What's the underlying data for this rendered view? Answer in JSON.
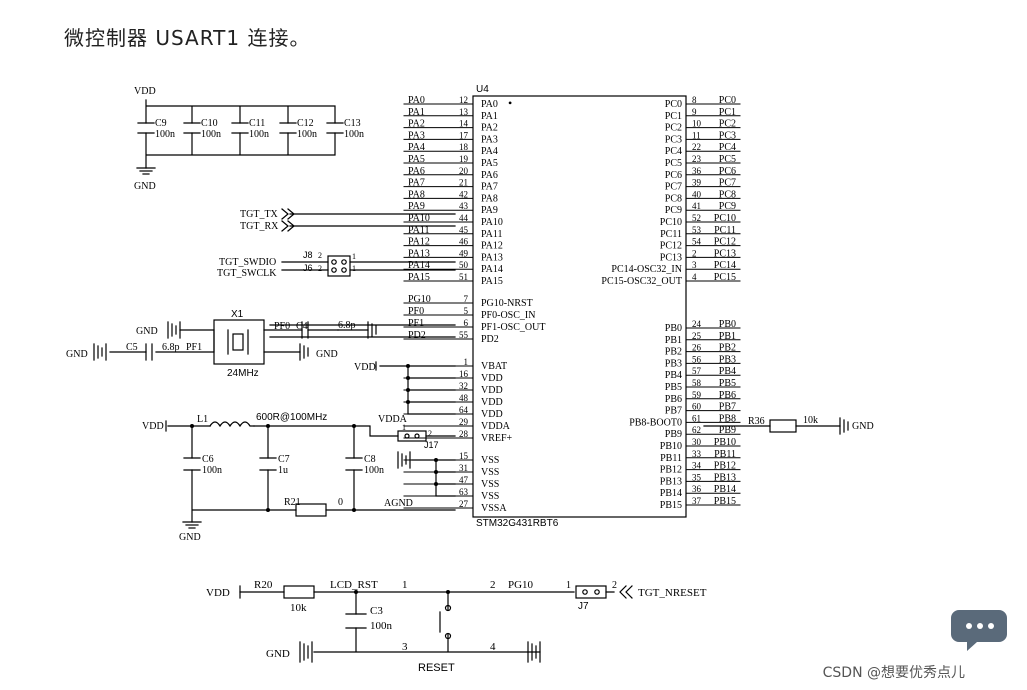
{
  "heading": "微控制器 USART1 连接。",
  "watermark": "CSDN @想要优秀点儿",
  "mcu": {
    "ref": "U4",
    "part": "STM32G431RBT6",
    "left_pins": [
      {
        "net": "PA0",
        "num": "12",
        "name": "PA0"
      },
      {
        "net": "PA1",
        "num": "13",
        "name": "PA1"
      },
      {
        "net": "PA2",
        "num": "14",
        "name": "PA2"
      },
      {
        "net": "PA3",
        "num": "17",
        "name": "PA3"
      },
      {
        "net": "PA4",
        "num": "18",
        "name": "PA4"
      },
      {
        "net": "PA5",
        "num": "19",
        "name": "PA5"
      },
      {
        "net": "PA6",
        "num": "20",
        "name": "PA6"
      },
      {
        "net": "PA7",
        "num": "21",
        "name": "PA7"
      },
      {
        "net": "PA8",
        "num": "42",
        "name": "PA8"
      },
      {
        "net": "PA9",
        "num": "43",
        "name": "PA9"
      },
      {
        "net": "PA10",
        "num": "44",
        "name": "PA10"
      },
      {
        "net": "PA11",
        "num": "45",
        "name": "PA11"
      },
      {
        "net": "PA12",
        "num": "46",
        "name": "PA12"
      },
      {
        "net": "PA13",
        "num": "49",
        "name": "PA13"
      },
      {
        "net": "PA14",
        "num": "50",
        "name": "PA14"
      },
      {
        "net": "PA15",
        "num": "51",
        "name": "PA15"
      },
      {
        "net": "PG10",
        "num": "7",
        "name": "PG10-NRST"
      },
      {
        "net": "PF0",
        "num": "5",
        "name": "PF0-OSC_IN"
      },
      {
        "net": "PF1",
        "num": "6",
        "name": "PF1-OSC_OUT"
      },
      {
        "net": "PD2",
        "num": "55",
        "name": "PD2"
      },
      {
        "net": "",
        "num": "1",
        "name": "VBAT"
      },
      {
        "net": "",
        "num": "16",
        "name": "VDD"
      },
      {
        "net": "",
        "num": "32",
        "name": "VDD"
      },
      {
        "net": "",
        "num": "48",
        "name": "VDD"
      },
      {
        "net": "",
        "num": "64",
        "name": "VDD"
      },
      {
        "net": "",
        "num": "29",
        "name": "VDDA"
      },
      {
        "net": "",
        "num": "28",
        "name": "VREF+"
      },
      {
        "net": "",
        "num": "15",
        "name": "VSS"
      },
      {
        "net": "",
        "num": "31",
        "name": "VSS"
      },
      {
        "net": "",
        "num": "47",
        "name": "VSS"
      },
      {
        "net": "",
        "num": "63",
        "name": "VSS"
      },
      {
        "net": "",
        "num": "27",
        "name": "VSSA"
      }
    ],
    "right_pins": [
      {
        "name": "PC0",
        "num": "8",
        "net": "PC0"
      },
      {
        "name": "PC1",
        "num": "9",
        "net": "PC1"
      },
      {
        "name": "PC2",
        "num": "10",
        "net": "PC2"
      },
      {
        "name": "PC3",
        "num": "11",
        "net": "PC3"
      },
      {
        "name": "PC4",
        "num": "22",
        "net": "PC4"
      },
      {
        "name": "PC5",
        "num": "23",
        "net": "PC5"
      },
      {
        "name": "PC6",
        "num": "36",
        "net": "PC6"
      },
      {
        "name": "PC7",
        "num": "39",
        "net": "PC7"
      },
      {
        "name": "PC8",
        "num": "40",
        "net": "PC8"
      },
      {
        "name": "PC9",
        "num": "41",
        "net": "PC9"
      },
      {
        "name": "PC10",
        "num": "52",
        "net": "PC10"
      },
      {
        "name": "PC11",
        "num": "53",
        "net": "PC11"
      },
      {
        "name": "PC12",
        "num": "54",
        "net": "PC12"
      },
      {
        "name": "PC13",
        "num": "2",
        "net": "PC13"
      },
      {
        "name": "PC14-OSC32_IN",
        "num": "3",
        "net": "PC14"
      },
      {
        "name": "PC15-OSC32_OUT",
        "num": "4",
        "net": "PC15"
      },
      {
        "name": "PB0",
        "num": "24",
        "net": "PB0"
      },
      {
        "name": "PB1",
        "num": "25",
        "net": "PB1"
      },
      {
        "name": "PB2",
        "num": "26",
        "net": "PB2"
      },
      {
        "name": "PB3",
        "num": "56",
        "net": "PB3"
      },
      {
        "name": "PB4",
        "num": "57",
        "net": "PB4"
      },
      {
        "name": "PB5",
        "num": "58",
        "net": "PB5"
      },
      {
        "name": "PB6",
        "num": "59",
        "net": "PB6"
      },
      {
        "name": "PB7",
        "num": "60",
        "net": "PB7"
      },
      {
        "name": "PB8-BOOT0",
        "num": "61",
        "net": "PB8"
      },
      {
        "name": "PB9",
        "num": "62",
        "net": "PB9"
      },
      {
        "name": "PB10",
        "num": "30",
        "net": "PB10"
      },
      {
        "name": "PB11",
        "num": "33",
        "net": "PB11"
      },
      {
        "name": "PB12",
        "num": "34",
        "net": "PB12"
      },
      {
        "name": "PB13",
        "num": "35",
        "net": "PB13"
      },
      {
        "name": "PB14",
        "num": "36",
        "net": "PB14"
      },
      {
        "name": "PB15",
        "num": "37",
        "net": "PB15"
      }
    ]
  },
  "decoupling": {
    "vdd": "VDD",
    "gnd": "GND",
    "caps": [
      {
        "ref": "C9",
        "val": "100n"
      },
      {
        "ref": "C10",
        "val": "100n"
      },
      {
        "ref": "C11",
        "val": "100n"
      },
      {
        "ref": "C12",
        "val": "100n"
      },
      {
        "ref": "C13",
        "val": "100n"
      }
    ]
  },
  "uart": {
    "tx": "TGT_TX",
    "rx": "TGT_RX"
  },
  "swd": {
    "swdio": "TGT_SWDIO",
    "swclk": "TGT_SWCLK",
    "j8": "J8",
    "j6": "J6",
    "pin1": "1",
    "pin2": "2"
  },
  "crystal": {
    "ref": "X1",
    "freq": "24MHz",
    "c4": "C4",
    "c5": "C5",
    "cval": "6.8p",
    "pf0": "PF0",
    "pf1": "PF1",
    "gnd": "GND"
  },
  "power": {
    "vdd": "VDD",
    "l1": "L1",
    "l1_val": "600R@100MHz",
    "vdda": "VDDA",
    "c6": "C6",
    "c6_val": "100n",
    "c7": "C7",
    "c7_val": "1u",
    "c8": "C8",
    "c8_val": "100n",
    "r21": "R21",
    "r21_val": "0",
    "agnd": "AGND",
    "gnd": "GND",
    "j17": "J17",
    "j17_p1": "1",
    "j17_p2": "2"
  },
  "boot": {
    "r36": "R36",
    "val": "10k",
    "gnd": "GND"
  },
  "reset": {
    "vdd": "VDD",
    "r20": "R20",
    "r20_val": "10k",
    "net": "LCD_RST",
    "n1": "1",
    "n2": "2",
    "pg10": "PG10",
    "c3": "C3",
    "c3_val": "100n",
    "gnd": "GND",
    "n3": "3",
    "n4": "4",
    "label": "RESET",
    "j7": "J7",
    "p1": "1",
    "p2": "2",
    "nreset": "TGT_NRESET"
  }
}
